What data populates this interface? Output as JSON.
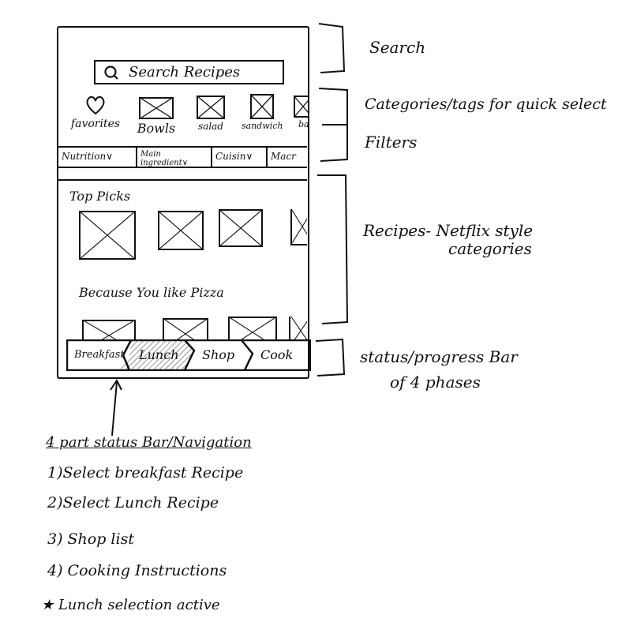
{
  "search": {
    "placeholder": "Search Recipes"
  },
  "categories": [
    {
      "label": "favorites",
      "icon": "heart-icon"
    },
    {
      "label": "Bowls",
      "icon": "image-placeholder-icon"
    },
    {
      "label": "salad",
      "icon": "image-placeholder-icon"
    },
    {
      "label": "sandwich",
      "icon": "image-placeholder-icon"
    },
    {
      "label": "ba",
      "icon": "image-placeholder-icon"
    }
  ],
  "filters": [
    {
      "label": "Nutrition",
      "arrow": "∨"
    },
    {
      "label": "Main ingredient",
      "arrow": "∨"
    },
    {
      "label": "Cuisin",
      "arrow": "∨"
    },
    {
      "label": "Macr",
      "arrow": ""
    }
  ],
  "rows": [
    {
      "title": "Top Picks"
    },
    {
      "title": "Because You like Pizza"
    }
  ],
  "status_bar": {
    "steps": [
      "Breakfast",
      "Lunch",
      "Shop",
      "Cook"
    ],
    "active_step": "Lunch",
    "completed_steps": 1
  },
  "annotations": {
    "search": "Search",
    "categories": "Categories/tags for quick select",
    "filters": "Filters",
    "recipes_line1": "Recipes- Netflix style",
    "recipes_line2": "categories",
    "status_line1": "status/progress Bar",
    "status_line2": "of 4 phases"
  },
  "notes": {
    "title": "4 part status Bar/Navigation",
    "items": [
      "1)Select breakfast Recipe",
      "2)Select Lunch Recipe",
      "3) Shop list",
      "4) Cooking Instructions"
    ],
    "active_note": "★ Lunch selection active"
  }
}
